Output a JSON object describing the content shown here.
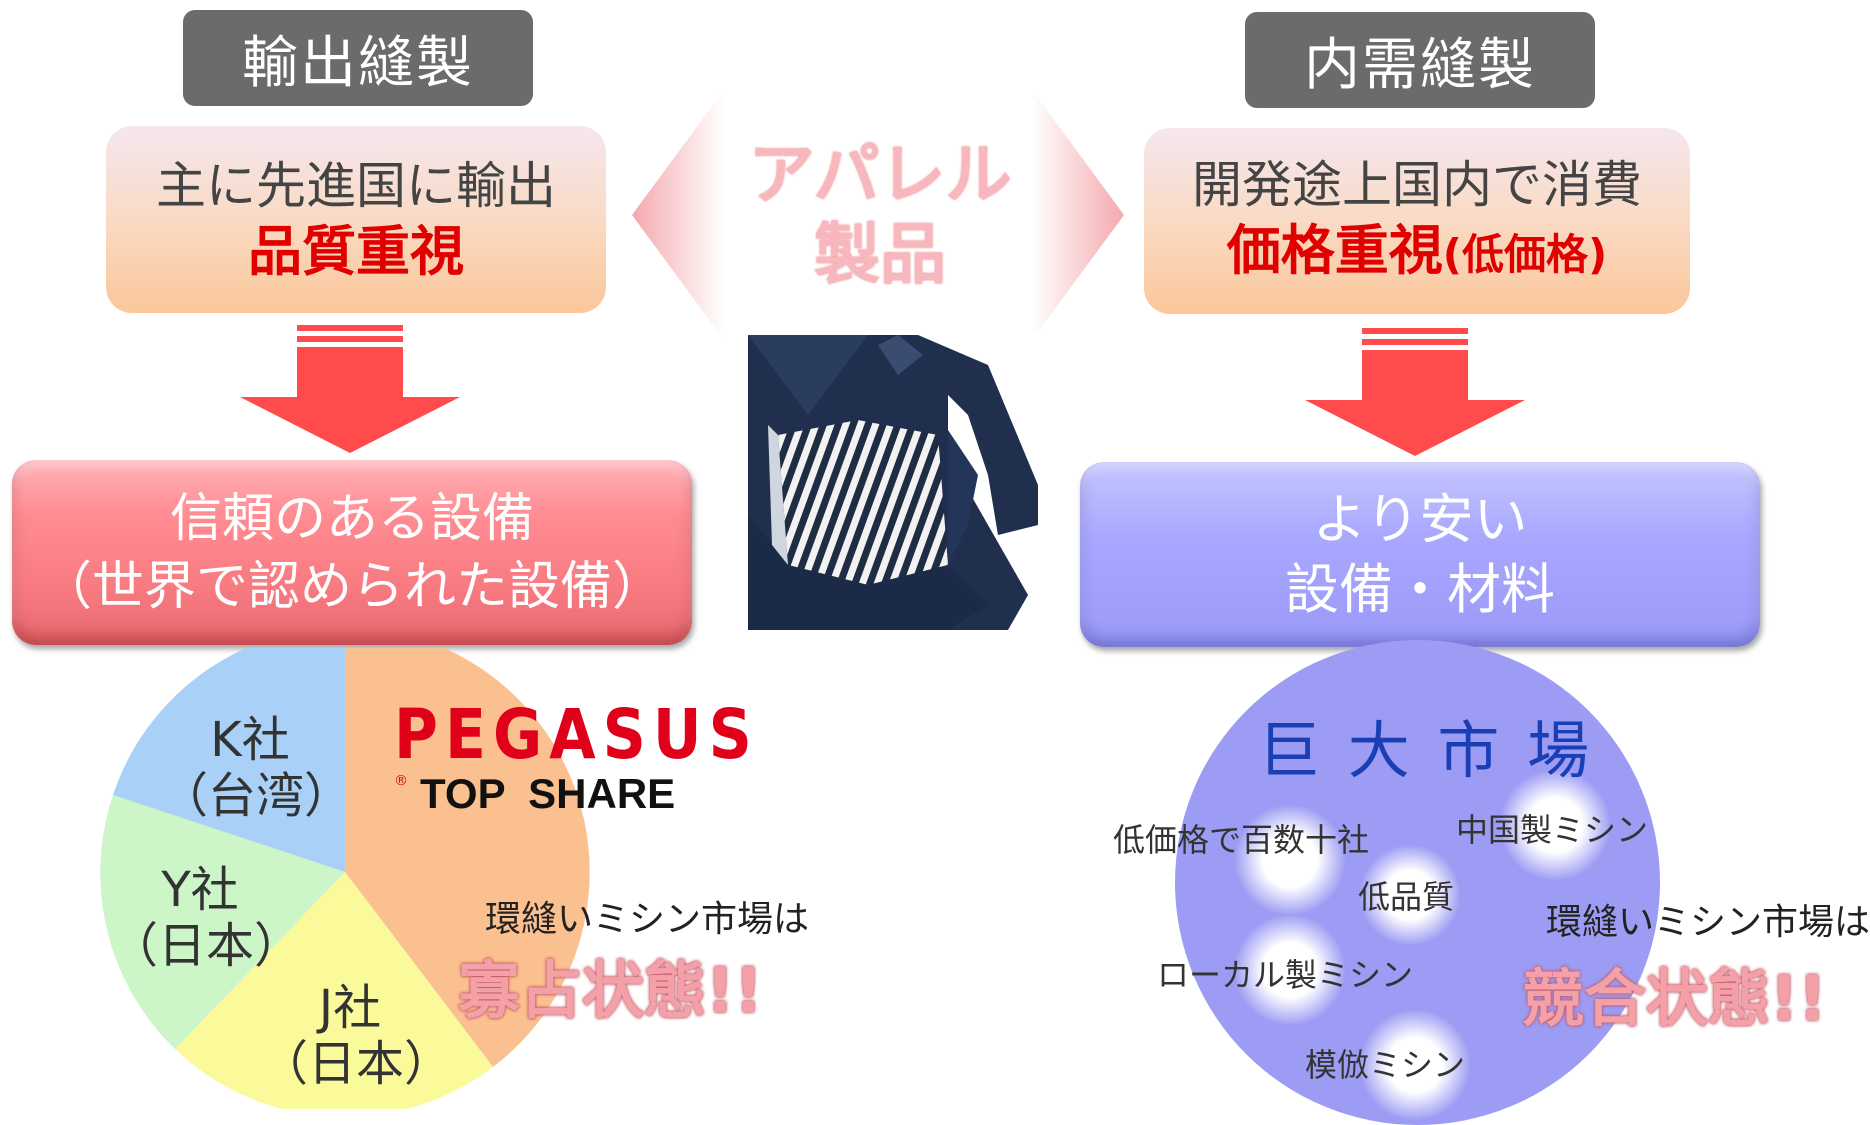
{
  "left": {
    "tag": "輸出縫製",
    "box_line1": "主に先進国に輸出",
    "box_line2": "品質重視",
    "result_line1": "信頼のある設備",
    "result_line2": "（世界で認められた設備）",
    "pie": {
      "k_name": "K社",
      "k_country": "（台湾）",
      "y_name": "Y社",
      "y_country": "（日本）",
      "j_name": "J社",
      "j_country": "（日本）"
    },
    "brand": "PEGASUS",
    "brand_mark": "®",
    "brand_sub": "TOP  SHARE",
    "market_text": "環縫いミシン市場は",
    "market_state": "寡占状態!!"
  },
  "center": {
    "line1": "アパレル",
    "line2": "製品"
  },
  "right": {
    "tag": "内需縫製",
    "box_line1": "開発途上国内で消費",
    "box_line2": "価格重視",
    "box_line2_small": "(低価格)",
    "result_line1": "より安い",
    "result_line2": "設備・材料",
    "market_title": "巨 大 市 場",
    "bubbles": [
      "低価格で百数十社",
      "中国製ミシン",
      "低品質",
      "ローカル製ミシン",
      "模倣ミシン"
    ],
    "market_text": "環縫いミシン市場は",
    "market_state": "競合状態!!"
  },
  "colors": {
    "arrow_red": "#ff4b4b",
    "pie_orange": "#fbc08f",
    "pie_blue": "#a9d0f7",
    "pie_green": "#ccf5c8",
    "pie_yellow": "#fafa9b",
    "circle_blue": "#9c9cf4"
  }
}
